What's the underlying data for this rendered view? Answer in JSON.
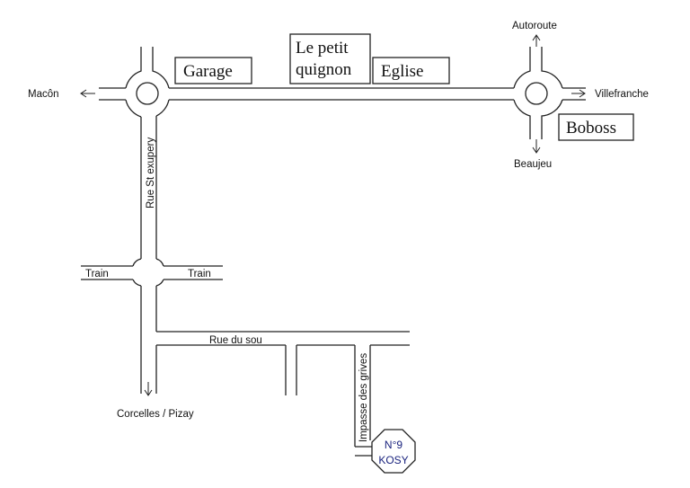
{
  "places": {
    "garage": "Garage",
    "petit_quignon_line1": "Le petit",
    "petit_quignon_line2": "quignon",
    "eglise": "Eglise",
    "boboss": "Boboss"
  },
  "directions": {
    "macon": "Macôn",
    "autoroute": "Autoroute",
    "villefranche": "Villefranche",
    "beaujeu": "Beaujeu",
    "corcelles": "Corcelles / Pizay"
  },
  "streets": {
    "rue_st_exupery": "Rue St exupery",
    "rue_du_sou": "Rue du sou",
    "impasse": "Impasse des grives",
    "train_left": "Train",
    "train_right": "Train"
  },
  "destination": {
    "line1": "N°9",
    "line2": "KOSY",
    "color": "#1a237e"
  }
}
